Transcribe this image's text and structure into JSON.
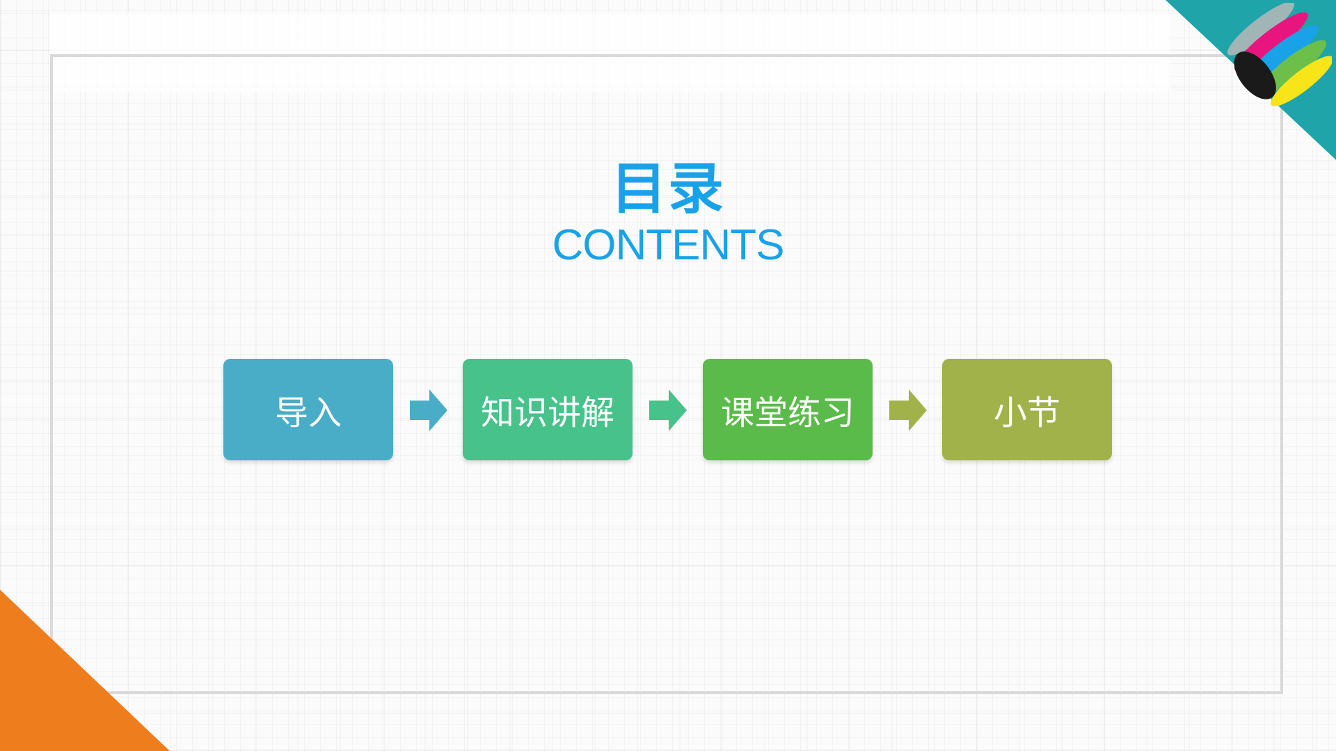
{
  "slide": {
    "title": "目录",
    "subtitle": "CONTENTS"
  },
  "steps": [
    {
      "label": "导入",
      "color": "#4aadc8"
    },
    {
      "label": "知识讲解",
      "color": "#46c28a"
    },
    {
      "label": "课堂练习",
      "color": "#5bbb4a"
    },
    {
      "label": "小节",
      "color": "#a2b24a"
    }
  ],
  "arrows": [
    {
      "color": "#4aadc8"
    },
    {
      "color": "#46c28a"
    },
    {
      "color": "#a2b24a"
    }
  ],
  "colors": {
    "title": "#1aa2e8",
    "corner_top_right": "#1fa4aa",
    "corner_bottom_left": "#ee7d1d",
    "frame": "#d9d9d9"
  }
}
